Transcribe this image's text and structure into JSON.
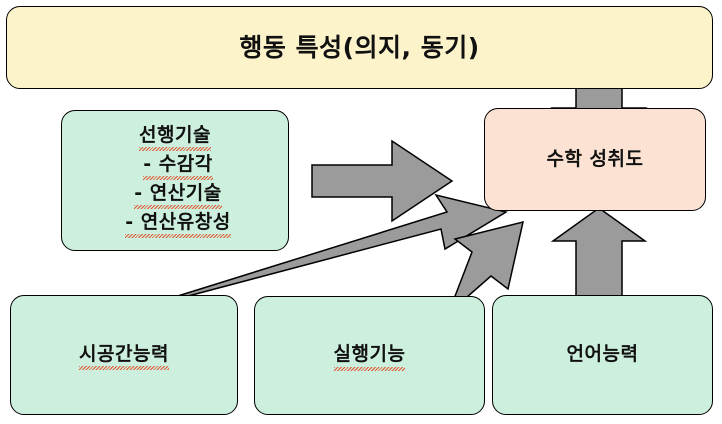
{
  "diagram": {
    "title_text": "행동 특성(의지, 동기)",
    "nodes": {
      "behavior": {
        "label": "행동 특성(의지, 동기)",
        "color": "#fcf3cb"
      },
      "prerequisite": {
        "heading": "선행기술",
        "items": [
          "-  수감각",
          "-  연산기술",
          "-  연산유창성"
        ],
        "color": "#cdefdd"
      },
      "math_achievement": {
        "label": "수학 성취도",
        "color": "#fbe2d2"
      },
      "spatial": {
        "label": "시공간능력",
        "color": "#cdefdd"
      },
      "executive": {
        "label": "실행기능",
        "color": "#cdefdd"
      },
      "language": {
        "label": "언어능력",
        "color": "#cdefdd"
      }
    },
    "arrows": [
      {
        "name": "behavior-to-math",
        "direction": "down"
      },
      {
        "name": "prerequisite-to-math",
        "direction": "right"
      },
      {
        "name": "spatial-to-math",
        "direction": "diagonal-up-right"
      },
      {
        "name": "executive-to-math",
        "direction": "diagonal-up-right"
      },
      {
        "name": "language-to-math",
        "direction": "up"
      }
    ],
    "colors": {
      "arrow_fill": "#9b9b9b",
      "arrow_stroke": "#000000",
      "node_border": "#000000",
      "text": "#111111",
      "spellcheck_underline": "#e2502a"
    }
  }
}
